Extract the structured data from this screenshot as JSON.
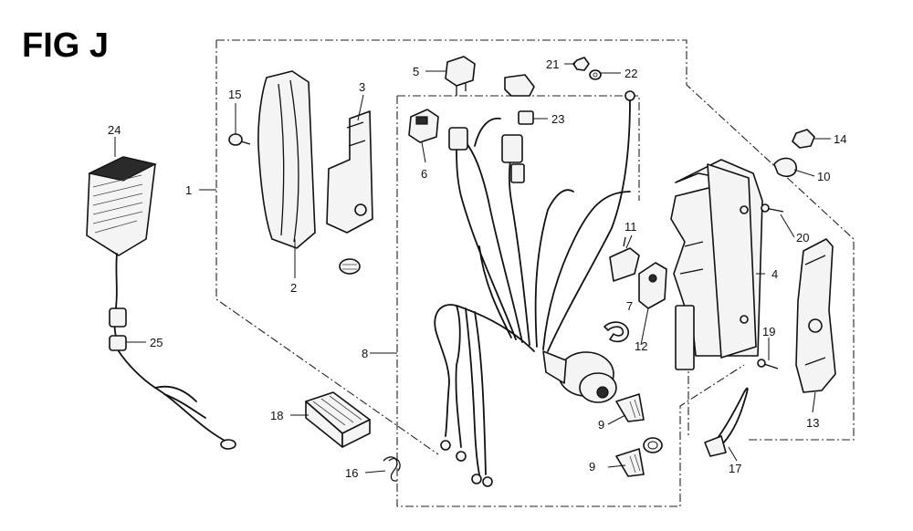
{
  "figure": {
    "title": "FIG J"
  },
  "callouts": {
    "c1": "1",
    "c2": "2",
    "c3": "3",
    "c4": "4",
    "c5": "5",
    "c6": "6",
    "c7": "7",
    "c8": "8",
    "c9a": "9",
    "c9b": "9",
    "c10": "10",
    "c11": "11",
    "c12": "12",
    "c13": "13",
    "c14": "14",
    "c15": "15",
    "c16": "16",
    "c17": "17",
    "c18": "18",
    "c19": "19",
    "c20": "20",
    "c21": "21",
    "c22": "22",
    "c23": "23",
    "c24": "24",
    "c25": "25"
  }
}
